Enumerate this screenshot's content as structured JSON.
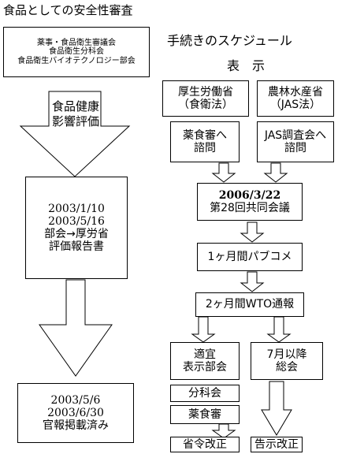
{
  "left": {
    "title": "食品としての安全性審査",
    "committees": [
      "薬事・食品衛生審議会",
      "食品衛生分科会",
      "食品衛生バイオテクノロジー部会"
    ],
    "assessment_arrow": [
      "食品健康",
      "影響評価"
    ],
    "box2": [
      "2003/1/10",
      "2003/5/16",
      "部会→厚労省",
      "評価報告書"
    ],
    "box3": [
      "2003/5/6",
      "2003/6/30",
      "官報掲載済み"
    ]
  },
  "right": {
    "title": "手続きのスケジュール",
    "label_display": "表　示",
    "mhlw": [
      "厚生労働省",
      "（食衛法）"
    ],
    "maff": [
      "農林水産省",
      "（JAS法）"
    ],
    "mhlw_consult": [
      "薬食審へ",
      "諮問"
    ],
    "maff_consult": [
      "JAS調査会へ",
      "諮問"
    ],
    "joint_meeting": [
      "2006/3/22",
      "第28回共同会議"
    ],
    "pubcom": "1ヶ月間パブコメ",
    "wto": "2ヶ月間WTO通報",
    "division": [
      "適宜",
      "表示部会"
    ],
    "general": [
      "7月以降",
      "総会"
    ],
    "subcommittee": "分科会",
    "yakushokushin": "薬食審",
    "ordinance": "省令改正",
    "notice": "告示改正"
  }
}
